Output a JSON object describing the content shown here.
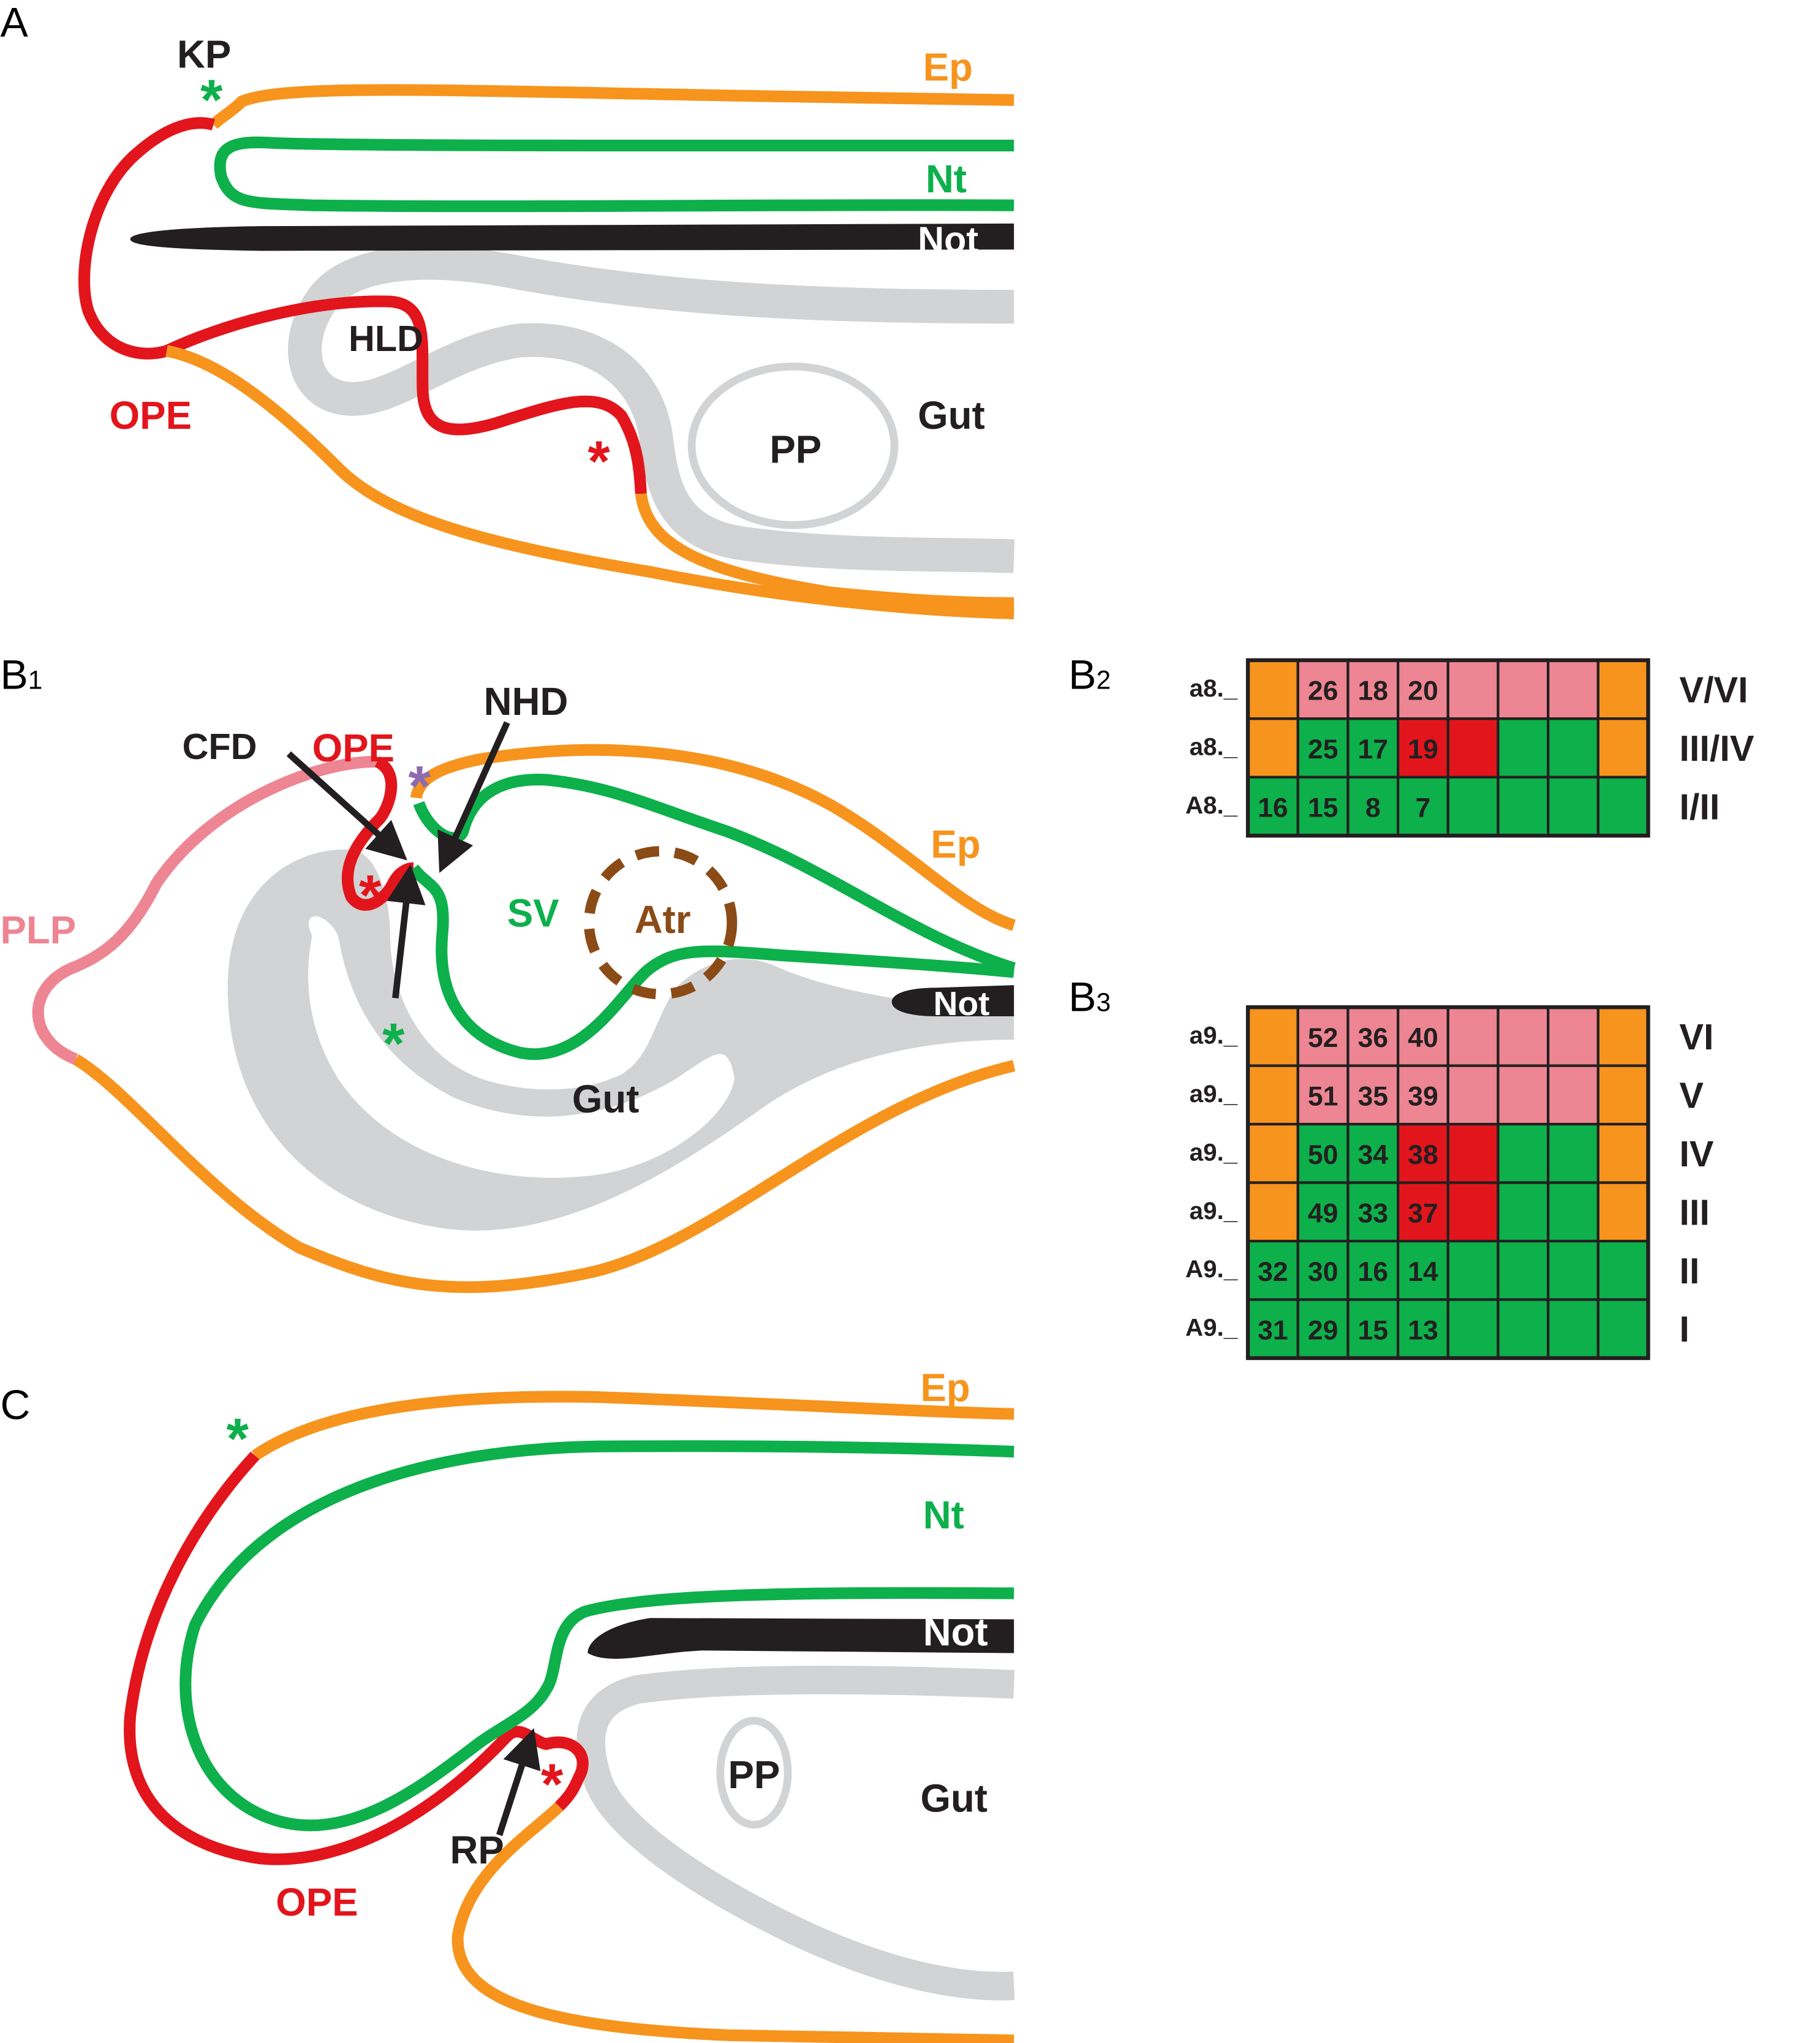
{
  "colors": {
    "ep": "#F7941D",
    "nt": "#0DB04B",
    "ope": "#E2151C",
    "plp": "#EE8593",
    "gut": "#D1D3D4",
    "not": "#231F20",
    "atr": "#8B4B16",
    "purple": "#8C6BB1",
    "grid_border": "#231F20"
  },
  "panelA": {
    "panel_label": "A",
    "labels": {
      "kp": "KP",
      "ep": "Ep",
      "nt": "Nt",
      "not": "Not",
      "hld": "HLD",
      "ope": "OPE",
      "pp": "PP",
      "gut": "Gut"
    },
    "asterisk": "*"
  },
  "panelB1": {
    "panel_label": "B",
    "panel_sub": "1",
    "labels": {
      "nhd": "NHD",
      "ope": "OPE",
      "cfd": "CFD",
      "ep": "Ep",
      "sv": "SV",
      "atr": "Atr",
      "plp": "PLP",
      "not": "Not",
      "gut": "Gut"
    },
    "asterisk": "*"
  },
  "panelB2": {
    "panel_label": "B",
    "panel_sub": "2",
    "rows": [
      {
        "prefix": "a8._",
        "level": "V/VI",
        "cells": [
          {
            "v": "",
            "c": "ep"
          },
          {
            "v": "26",
            "c": "plp"
          },
          {
            "v": "18",
            "c": "plp"
          },
          {
            "v": "20",
            "c": "plp"
          },
          {
            "v": "",
            "c": "plp"
          },
          {
            "v": "",
            "c": "plp"
          },
          {
            "v": "",
            "c": "plp"
          },
          {
            "v": "",
            "c": "ep"
          }
        ]
      },
      {
        "prefix": "a8._",
        "level": "III/IV",
        "cells": [
          {
            "v": "",
            "c": "ep"
          },
          {
            "v": "25",
            "c": "nt"
          },
          {
            "v": "17",
            "c": "nt"
          },
          {
            "v": "19",
            "c": "ope"
          },
          {
            "v": "",
            "c": "ope"
          },
          {
            "v": "",
            "c": "nt"
          },
          {
            "v": "",
            "c": "nt"
          },
          {
            "v": "",
            "c": "ep"
          }
        ]
      },
      {
        "prefix": "A8._",
        "level": "I/II",
        "cells": [
          {
            "v": "16",
            "c": "nt"
          },
          {
            "v": "15",
            "c": "nt"
          },
          {
            "v": "8",
            "c": "nt"
          },
          {
            "v": "7",
            "c": "nt"
          },
          {
            "v": "",
            "c": "nt"
          },
          {
            "v": "",
            "c": "nt"
          },
          {
            "v": "",
            "c": "nt"
          },
          {
            "v": "",
            "c": "nt"
          }
        ]
      }
    ]
  },
  "panelB3": {
    "panel_label": "B",
    "panel_sub": "3",
    "rows": [
      {
        "prefix": "a9._",
        "level": "VI",
        "cells": [
          {
            "v": "",
            "c": "ep"
          },
          {
            "v": "52",
            "c": "plp"
          },
          {
            "v": "36",
            "c": "plp"
          },
          {
            "v": "40",
            "c": "plp"
          },
          {
            "v": "",
            "c": "plp"
          },
          {
            "v": "",
            "c": "plp"
          },
          {
            "v": "",
            "c": "plp"
          },
          {
            "v": "",
            "c": "ep"
          }
        ]
      },
      {
        "prefix": "a9._",
        "level": "V",
        "cells": [
          {
            "v": "",
            "c": "ep"
          },
          {
            "v": "51",
            "c": "plp"
          },
          {
            "v": "35",
            "c": "plp"
          },
          {
            "v": "39",
            "c": "plp"
          },
          {
            "v": "",
            "c": "plp"
          },
          {
            "v": "",
            "c": "plp"
          },
          {
            "v": "",
            "c": "plp"
          },
          {
            "v": "",
            "c": "ep"
          }
        ]
      },
      {
        "prefix": "a9._",
        "level": "IV",
        "cells": [
          {
            "v": "",
            "c": "ep"
          },
          {
            "v": "50",
            "c": "nt"
          },
          {
            "v": "34",
            "c": "nt"
          },
          {
            "v": "38",
            "c": "ope"
          },
          {
            "v": "",
            "c": "ope"
          },
          {
            "v": "",
            "c": "nt"
          },
          {
            "v": "",
            "c": "nt"
          },
          {
            "v": "",
            "c": "ep"
          }
        ]
      },
      {
        "prefix": "a9._",
        "level": "III",
        "cells": [
          {
            "v": "",
            "c": "ep"
          },
          {
            "v": "49",
            "c": "nt"
          },
          {
            "v": "33",
            "c": "nt"
          },
          {
            "v": "37",
            "c": "ope"
          },
          {
            "v": "",
            "c": "ope"
          },
          {
            "v": "",
            "c": "nt"
          },
          {
            "v": "",
            "c": "nt"
          },
          {
            "v": "",
            "c": "ep"
          }
        ]
      },
      {
        "prefix": "A9._",
        "level": "II",
        "cells": [
          {
            "v": "32",
            "c": "nt"
          },
          {
            "v": "30",
            "c": "nt"
          },
          {
            "v": "16",
            "c": "nt"
          },
          {
            "v": "14",
            "c": "nt"
          },
          {
            "v": "",
            "c": "nt"
          },
          {
            "v": "",
            "c": "nt"
          },
          {
            "v": "",
            "c": "nt"
          },
          {
            "v": "",
            "c": "nt"
          }
        ]
      },
      {
        "prefix": "A9._",
        "level": "I",
        "cells": [
          {
            "v": "31",
            "c": "nt"
          },
          {
            "v": "29",
            "c": "nt"
          },
          {
            "v": "15",
            "c": "nt"
          },
          {
            "v": "13",
            "c": "nt"
          },
          {
            "v": "",
            "c": "nt"
          },
          {
            "v": "",
            "c": "nt"
          },
          {
            "v": "",
            "c": "nt"
          },
          {
            "v": "",
            "c": "nt"
          }
        ]
      }
    ]
  },
  "panelC": {
    "panel_label": "C",
    "labels": {
      "ep": "Ep",
      "nt": "Nt",
      "not": "Not",
      "pp": "PP",
      "gut": "Gut",
      "rp": "RP",
      "ope": "OPE"
    },
    "asterisk": "*"
  }
}
